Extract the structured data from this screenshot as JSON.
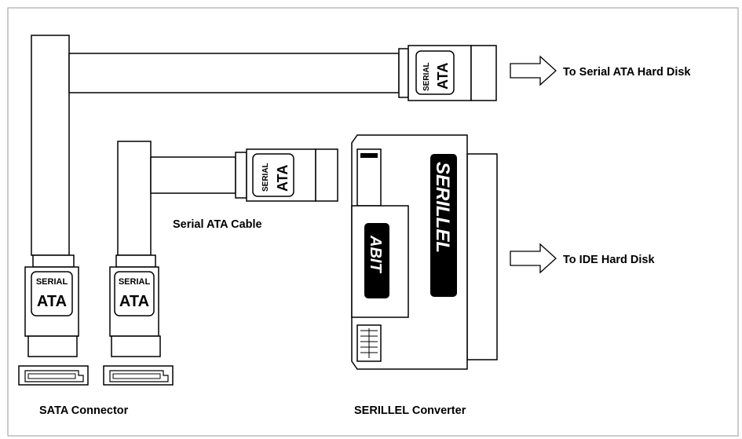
{
  "labels": {
    "to_sata_disk": "To Serial ATA Hard Disk",
    "to_ide_disk": "To IDE Hard Disk",
    "cable": "Serial ATA Cable",
    "sata_connector": "SATA Connector",
    "converter": "SERILLEL Converter"
  },
  "connector_text": {
    "line1": "SERIAL",
    "line2": "ATA"
  },
  "converter_brand": "SERILLEL",
  "abit_logo": "ABIT",
  "colors": {
    "line": "#000000",
    "fill": "#ffffff",
    "frame": "#9a9a9a"
  }
}
